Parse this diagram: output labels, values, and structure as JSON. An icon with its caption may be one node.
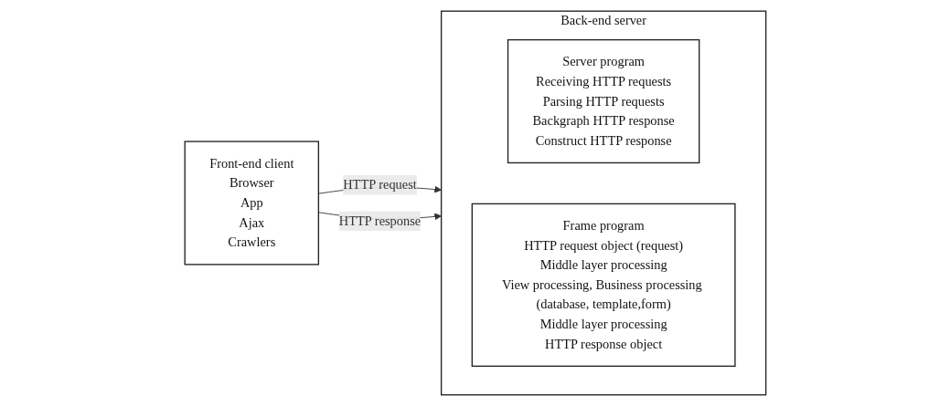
{
  "diagram": {
    "nodes": [
      {
        "text": [
          "Front-end client",
          "Browser",
          "App",
          "Ajax",
          "Crawlers"
        ]
      },
      {
        "text": [
          "Back-end server"
        ]
      },
      {
        "text": [
          "Server program",
          "Receiving HTTP requests",
          "Parsing HTTP requests",
          "Backgraph HTTP response",
          "Construct HTTP response"
        ],
        "in": 1
      },
      {
        "text": [
          "Frame program",
          "HTTP request object (request)",
          "Middle layer processing",
          "View processing, Business processing (database, template,form)",
          "Middle layer processing",
          "HTTP response object"
        ],
        "in": 1
      }
    ],
    "edges": [
      {
        "from": 0,
        "to": 1,
        "arrow": "to",
        "label": "HTTP request"
      },
      {
        "from": 0,
        "to": 1,
        "arrow": "to",
        "label": "HTTP response"
      }
    ]
  }
}
